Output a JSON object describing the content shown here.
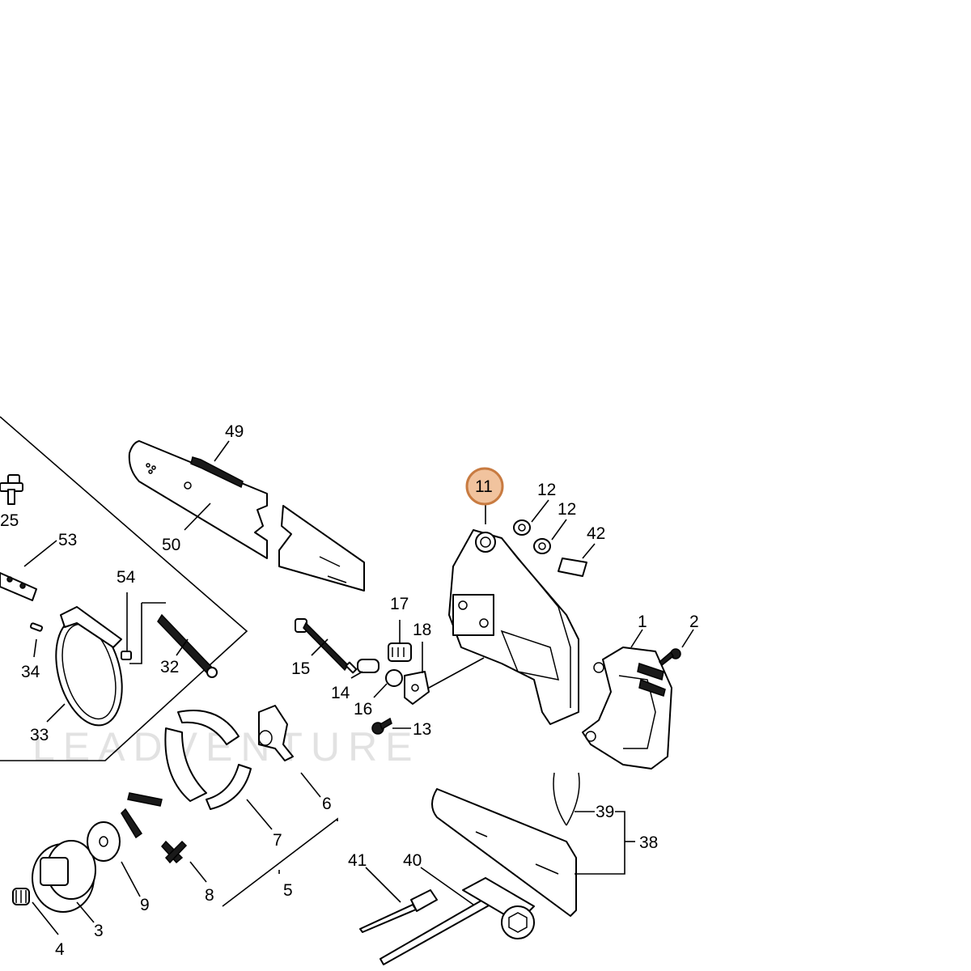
{
  "diagram": {
    "watermark_text": "LEADVENTURE",
    "highlighted_callout": "11",
    "highlight_colors": {
      "fill": "#f1c39e",
      "stroke": "#c87b41"
    },
    "callouts": [
      {
        "id": "49",
        "label": "49"
      },
      {
        "id": "50",
        "label": "50"
      },
      {
        "id": "25",
        "label": "25"
      },
      {
        "id": "53",
        "label": "53"
      },
      {
        "id": "54",
        "label": "54"
      },
      {
        "id": "32",
        "label": "32"
      },
      {
        "id": "34",
        "label": "34"
      },
      {
        "id": "33",
        "label": "33"
      },
      {
        "id": "11",
        "label": "11"
      },
      {
        "id": "12a",
        "label": "12"
      },
      {
        "id": "12b",
        "label": "12"
      },
      {
        "id": "42",
        "label": "42"
      },
      {
        "id": "17",
        "label": "17"
      },
      {
        "id": "18",
        "label": "18"
      },
      {
        "id": "15",
        "label": "15"
      },
      {
        "id": "14",
        "label": "14"
      },
      {
        "id": "16",
        "label": "16"
      },
      {
        "id": "13",
        "label": "13"
      },
      {
        "id": "1",
        "label": "1"
      },
      {
        "id": "2",
        "label": "2"
      },
      {
        "id": "6",
        "label": "6"
      },
      {
        "id": "7",
        "label": "7"
      },
      {
        "id": "5",
        "label": "5"
      },
      {
        "id": "8",
        "label": "8"
      },
      {
        "id": "9",
        "label": "9"
      },
      {
        "id": "3",
        "label": "3"
      },
      {
        "id": "4",
        "label": "4"
      },
      {
        "id": "39",
        "label": "39"
      },
      {
        "id": "38",
        "label": "38"
      },
      {
        "id": "41",
        "label": "41"
      },
      {
        "id": "40",
        "label": "40"
      }
    ]
  }
}
